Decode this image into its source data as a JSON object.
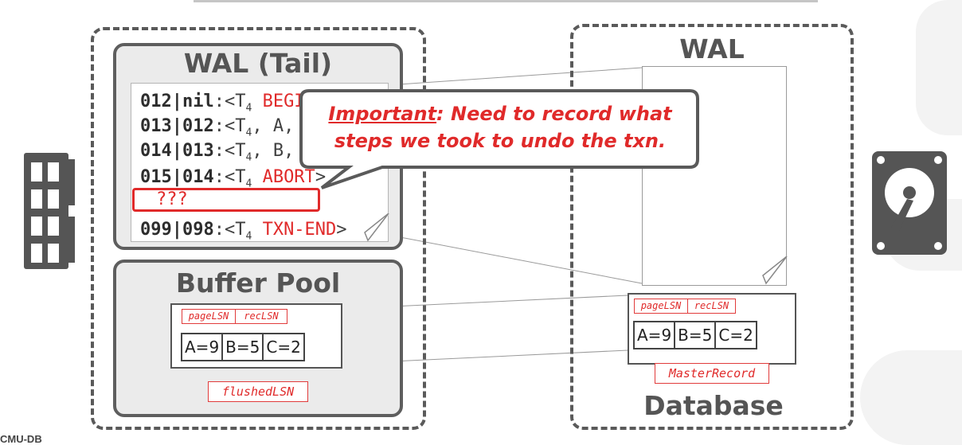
{
  "memory_box": {
    "wal_title": "WAL (Tail)",
    "log_records": [
      {
        "lsn": "012",
        "prev": "nil",
        "body": ":<T",
        "sub": "4",
        "keyword": " BEGIN",
        "tail": ">"
      },
      {
        "lsn": "013",
        "prev": "012",
        "body": ":<T",
        "sub": "4",
        "plain": ", A, 1, 2>"
      },
      {
        "lsn": "014",
        "prev": "013",
        "body": ":<T",
        "sub": "4",
        "plain": ", B, 4, 5>"
      },
      {
        "lsn": "015",
        "prev": "014",
        "body": ":<T",
        "sub": "4",
        "keyword": " ABORT",
        "tail": ">"
      },
      {
        "lsn": "099",
        "prev": "098",
        "body": ":<T",
        "sub": "4",
        "keyword": " TXN-END",
        "tail": ">"
      }
    ],
    "unknown_record": "???",
    "buffer_pool_title": "Buffer Pool",
    "page_lsn": "pageLSN",
    "rec_lsn": "recLSN",
    "cells": [
      "A=9",
      "B=5",
      "C=2"
    ],
    "flushed_lsn": "flushedLSN"
  },
  "disk_box": {
    "wal_title": "WAL",
    "page_lsn": "pageLSN",
    "rec_lsn": "recLSN",
    "cells": [
      "A=9",
      "B=5",
      "C=2"
    ],
    "master_record": "MasterRecord",
    "database_title": "Database"
  },
  "callout": {
    "emphasis": "Important",
    "text_line1": ": Need to record what",
    "text_line2": "steps we took to undo the txn."
  },
  "footer": {
    "logo_text": "CMU-DB"
  },
  "colors": {
    "accent_red": "#e02a2a",
    "dash_gray": "#5a5a5a",
    "panel_gray": "#ebebeb"
  },
  "icons": [
    "ram-icon",
    "hard-disk-icon"
  ]
}
